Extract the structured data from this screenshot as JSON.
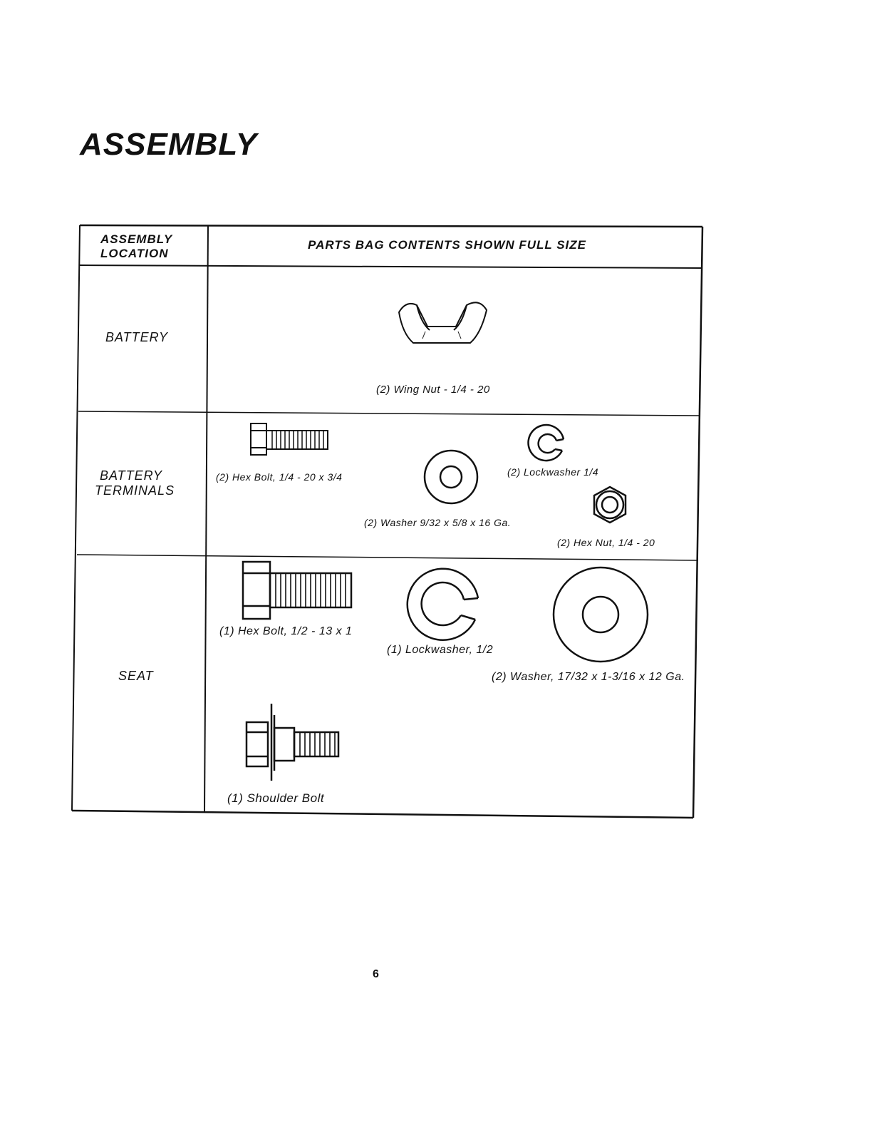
{
  "page": {
    "title": "ASSEMBLY",
    "page_number": "6"
  },
  "table": {
    "header": {
      "location_line1": "ASSEMBLY",
      "location_line2": "LOCATION",
      "contents": "PARTS BAG CONTENTS SHOWN FULL SIZE"
    },
    "rows": [
      {
        "location_line1": "BATTERY",
        "location_line2": "",
        "parts": [
          {
            "label": "(2) Wing Nut - 1/4 - 20",
            "icon": "wing-nut-icon"
          }
        ]
      },
      {
        "location_line1": "BATTERY",
        "location_line2": "TERMINALS",
        "parts": [
          {
            "label": "(2) Hex Bolt, 1/4 - 20 x 3/4",
            "icon": "hex-bolt-icon"
          },
          {
            "label": "(2) Washer 9/32 x 5/8 x 16 Ga.",
            "icon": "washer-icon"
          },
          {
            "label": "(2) Lockwasher 1/4",
            "icon": "lockwasher-icon"
          },
          {
            "label": "(2) Hex Nut, 1/4 - 20",
            "icon": "hex-nut-icon"
          }
        ]
      },
      {
        "location_line1": "SEAT",
        "location_line2": "",
        "parts": [
          {
            "label": "(1) Hex Bolt, 1/2 - 13 x 1",
            "icon": "hex-bolt-icon"
          },
          {
            "label": "(1) Lockwasher, 1/2",
            "icon": "lockwasher-icon"
          },
          {
            "label": "(2) Washer, 17/32 x 1-3/16 x 12 Ga.",
            "icon": "washer-icon"
          },
          {
            "label": "(1) Shoulder Bolt",
            "icon": "shoulder-bolt-icon"
          }
        ]
      }
    ]
  }
}
